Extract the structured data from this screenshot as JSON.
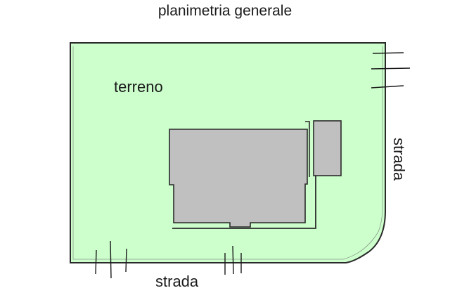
{
  "title": "planimetria generale",
  "labels": {
    "land": "terreno",
    "road_bottom": "strada",
    "road_right": "strada"
  },
  "colors": {
    "land_fill": "#ccffcc",
    "building_fill": "#c0c0c0",
    "outline": "#2a2a2a",
    "text": "#1a1a1a"
  }
}
